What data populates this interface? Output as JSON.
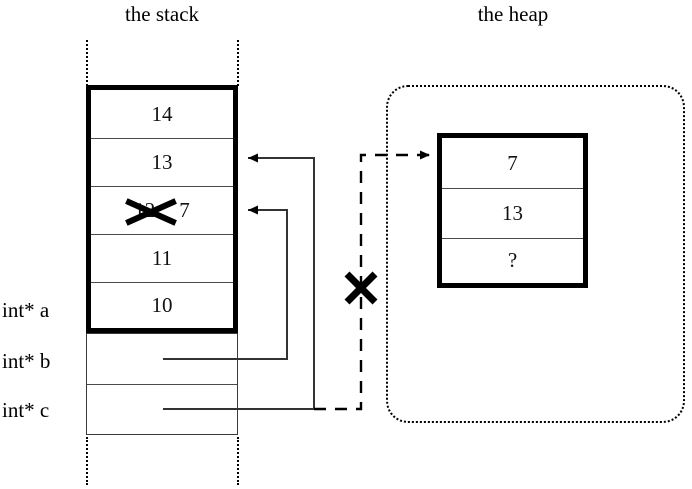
{
  "figure": {
    "stack_title": "the stack",
    "heap_title": "the heap"
  },
  "stack": {
    "allocated_cells": [
      {
        "value": "14"
      },
      {
        "value": "13"
      },
      {
        "value": "12",
        "struck": true,
        "new_value": "7"
      },
      {
        "value": "11"
      },
      {
        "value": "10"
      }
    ],
    "pointer_cells": [
      {
        "label": "int* b",
        "value": ""
      },
      {
        "label": "int* c",
        "value": ""
      }
    ],
    "labels": [
      "int* a",
      "int* b",
      "int* c"
    ]
  },
  "heap": {
    "cells": [
      {
        "value": "7"
      },
      {
        "value": "13"
      },
      {
        "value": "?"
      }
    ]
  },
  "annotations": {
    "invalidated_pointer_mark": "X",
    "struck_value_mark": "X"
  },
  "colors": {
    "ink": "#000000",
    "thin_rule": "#4a4a4a",
    "background": "#ffffff"
  }
}
